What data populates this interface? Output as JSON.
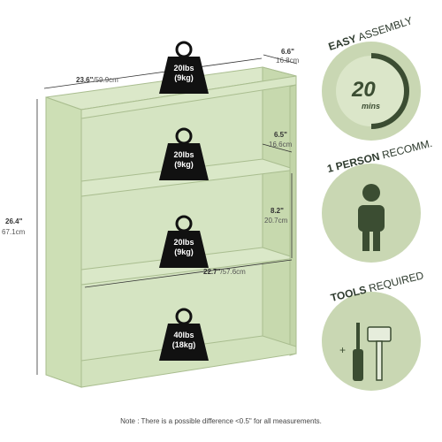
{
  "dimensions": {
    "width_in": "23.6\"",
    "width_cm": "59.9cm",
    "depth_in": "6.6\"",
    "depth_cm": "16.8cm",
    "height_in": "26.4\"",
    "height_cm": "67.1cm",
    "shelf_depth_in": "6.5\"",
    "shelf_depth_cm": "16.6cm",
    "shelf_height_in": "8.2\"",
    "shelf_height_cm": "20.7cm",
    "inner_width_in": "22.7\"",
    "inner_width_cm": "57.6cm"
  },
  "weights": [
    {
      "lbs": "20lbs",
      "kg": "(9kg)"
    },
    {
      "lbs": "20lbs",
      "kg": "(9kg)"
    },
    {
      "lbs": "20lbs",
      "kg": "(9kg)"
    },
    {
      "lbs": "40lbs",
      "kg": "(18kg)"
    }
  ],
  "badges": {
    "assembly": {
      "bold": "EASY",
      "rest": " ASSEMBLY",
      "number": "20",
      "unit": "mins"
    },
    "person": {
      "bold": "1 PERSON",
      "rest": " RECOMM."
    },
    "tools": {
      "bold": "TOOLS",
      "rest": " REQUIRED"
    }
  },
  "note": "Note : There is a possible difference <0.5\" for all measurements.",
  "colors": {
    "shelf": "#d3e3bf",
    "shelf_edge": "#b6c99d",
    "badge_bg": "#c9d7b3",
    "badge_dark": "#3b4d32",
    "weight_icon": "#111111"
  }
}
